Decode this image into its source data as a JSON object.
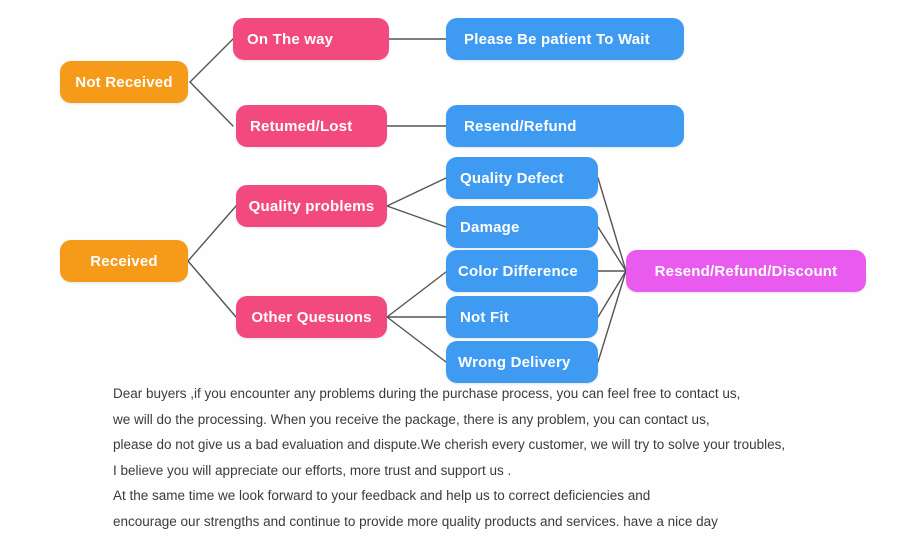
{
  "colors": {
    "orange": "#F59A19",
    "pink": "#F2497F",
    "blue": "#3F9BF2",
    "magenta": "#E85BEE",
    "connector": "#555555",
    "background": "#FEFEFE",
    "paragraph_text": "#3B3B3B"
  },
  "flowchart": {
    "roots": [
      {
        "id": "not-received",
        "label": "Not Received"
      },
      {
        "id": "received",
        "label": "Received"
      }
    ],
    "branches": [
      {
        "id": "on-the-way",
        "label": "On The way",
        "parent": "not-received"
      },
      {
        "id": "returned-lost",
        "label": "Retumed/Lost",
        "parent": "not-received"
      },
      {
        "id": "quality-problems",
        "label": "Quality problems",
        "parent": "received"
      },
      {
        "id": "other-questions",
        "label": "Other Quesuons",
        "parent": "received"
      }
    ],
    "outcomes": [
      {
        "id": "please-be-patient",
        "label": "Please Be patient To Wait",
        "parent": "on-the-way"
      },
      {
        "id": "resend-refund",
        "label": "Resend/Refund",
        "parent": "returned-lost"
      },
      {
        "id": "quality-defect",
        "label": "Quality Defect",
        "parent": "quality-problems"
      },
      {
        "id": "damage",
        "label": "Damage",
        "parent": "quality-problems"
      },
      {
        "id": "color-difference",
        "label": "Color Difference",
        "parent": "other-questions"
      },
      {
        "id": "not-fit",
        "label": "Not Fit",
        "parent": "other-questions"
      },
      {
        "id": "wrong-delivery",
        "label": "Wrong Delivery",
        "parent": "other-questions"
      }
    ],
    "final": {
      "id": "resend-refund-discount",
      "label": "Resend/Refund/Discount"
    }
  },
  "paragraph": {
    "lines": [
      "Dear buyers ,if you encounter any problems during the purchase process, you can feel free to contact us,",
      "we will do the processing. When you receive the package, there is any problem, you can contact us,",
      "please do not give us a bad evaluation and dispute.We cherish every customer, we will try to solve your troubles,",
      "I believe you will appreciate our efforts, more trust and support us .",
      "At the same time we look forward to your feedback and help us to correct deficiencies and",
      "encourage our strengths and continue to provide more quality products and services. have a nice day"
    ]
  }
}
